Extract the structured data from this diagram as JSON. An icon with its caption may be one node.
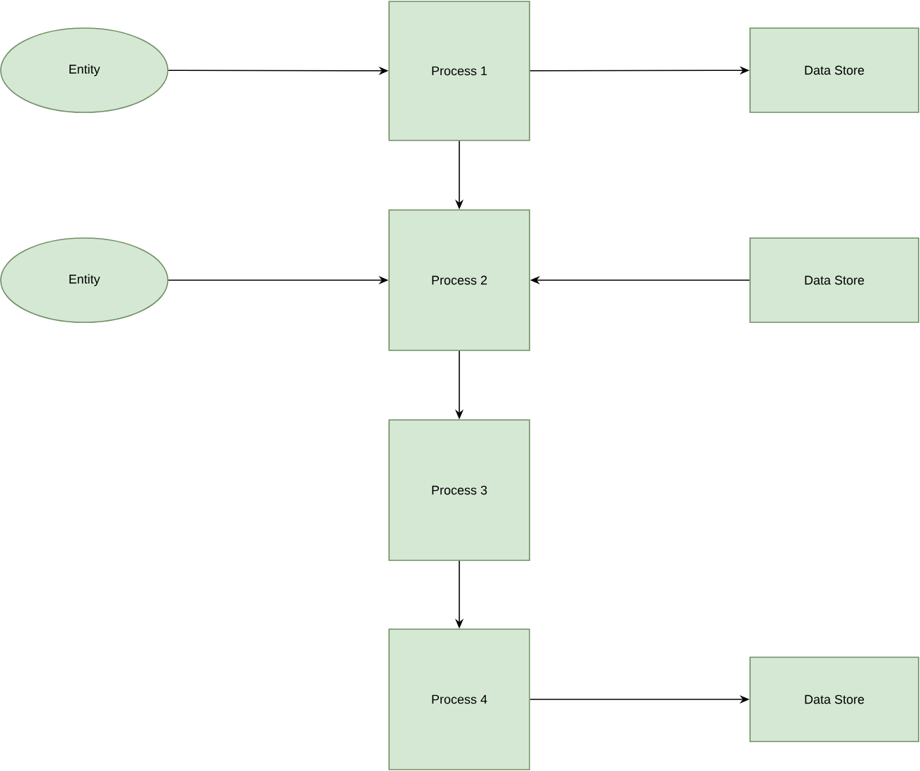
{
  "diagram": {
    "nodes": [
      {
        "text": [
          "Entity"
        ]
      },
      {
        "text": [
          "Process 1"
        ]
      },
      {
        "text": [
          "Data Store"
        ]
      },
      {
        "text": [
          "Entity"
        ]
      },
      {
        "text": [
          "Process 2"
        ]
      },
      {
        "text": [
          "Data Store"
        ]
      },
      {
        "text": [
          "Process 3"
        ]
      },
      {
        "text": [
          "Process 4"
        ]
      },
      {
        "text": [
          "Data Store"
        ]
      }
    ],
    "edges": [
      {
        "from": 0,
        "to": 1,
        "arrow": "to"
      },
      {
        "from": 1,
        "to": 2,
        "arrow": "to"
      },
      {
        "from": 1,
        "to": 4,
        "arrow": "to"
      },
      {
        "from": 3,
        "to": 4,
        "arrow": "to"
      },
      {
        "from": 5,
        "to": 4,
        "arrow": "to"
      },
      {
        "from": 4,
        "to": 6,
        "arrow": "to"
      },
      {
        "from": 6,
        "to": 7,
        "arrow": "to"
      },
      {
        "from": 7,
        "to": 8,
        "arrow": "to"
      }
    ]
  }
}
